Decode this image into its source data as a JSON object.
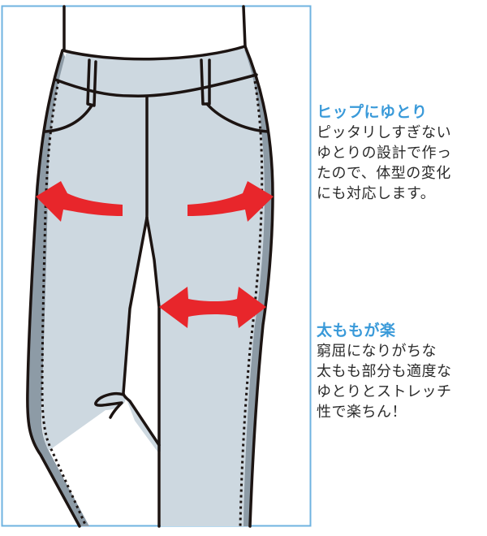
{
  "colors": {
    "frame": "#6fb3e0",
    "caption_title": "#3a9ad9",
    "caption_body": "#2b2b2b",
    "fabric": "#cdd8e0",
    "fabric_shadow": "#8d9ba6",
    "outline": "#1c1412",
    "arrow": "#e8262b"
  },
  "illustration": {
    "subject": "pants-front-view",
    "arrows": [
      {
        "name": "hip-left-arrow",
        "direction": "outward-left"
      },
      {
        "name": "hip-right-arrow",
        "direction": "outward-right"
      },
      {
        "name": "thigh-double-arrow",
        "direction": "both"
      }
    ]
  },
  "captions": {
    "hip": {
      "title": "ヒップにゆとり",
      "lines": [
        "ピッタリしすぎない",
        "ゆとりの設計で作っ",
        "たので、体型の変化",
        "にも対応します。"
      ]
    },
    "thigh": {
      "title": "太ももが楽",
      "lines": [
        "窮屈になりがちな",
        "太もも部分も適度な",
        "ゆとりとストレッチ",
        "性で楽ちん！"
      ]
    }
  }
}
